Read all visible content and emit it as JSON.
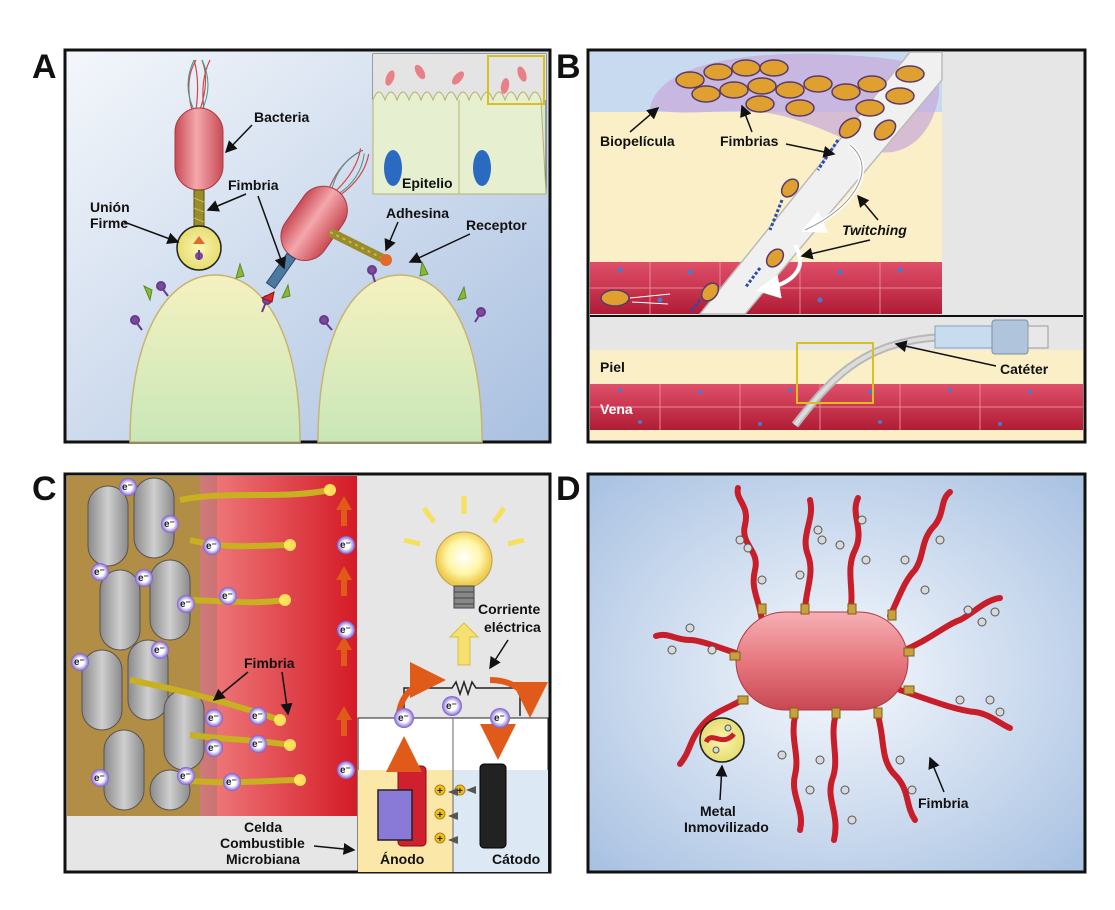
{
  "panels": {
    "a": {
      "letter": "A",
      "labels": {
        "bacteria": "Bacteria",
        "union_firme_1": "Unión",
        "union_firme_2": "Firme",
        "fimbria": "Fimbria",
        "adhesina": "Adhesina",
        "receptor": "Receptor",
        "epitelio": "Epitelio"
      }
    },
    "b": {
      "letter": "B",
      "labels": {
        "biopelicula": "Biopelícula",
        "fimbrias": "Fimbrias",
        "twitching": "Twitching",
        "piel": "Piel",
        "vena": "Vena",
        "cateter": "Catéter"
      }
    },
    "c": {
      "letter": "C",
      "labels": {
        "fimbria": "Fimbria",
        "corriente_1": "Corriente",
        "corriente_2": "eléctrica",
        "celda_1": "Celda",
        "celda_2": "Combustible",
        "celda_3": "Microbiana",
        "anodo": "Ánodo",
        "catodo": "Cátodo",
        "electron": "e⁻",
        "proton": "+"
      }
    },
    "d": {
      "letter": "D",
      "labels": {
        "metal_1": "Metal",
        "metal_2": "Inmovilizado",
        "fimbria": "Fimbria"
      }
    }
  },
  "colors": {
    "frame": "#1a1a1a",
    "bacteria_pink": "#e0707a",
    "fimbria_olive": "#9a8c2a",
    "vein_red": "#c8243e",
    "skin_cream": "#fbefc8",
    "sky_blue": "#b9cde6",
    "electron_purple": "#6b5aa8",
    "arrow_orange": "#e05a1a"
  }
}
